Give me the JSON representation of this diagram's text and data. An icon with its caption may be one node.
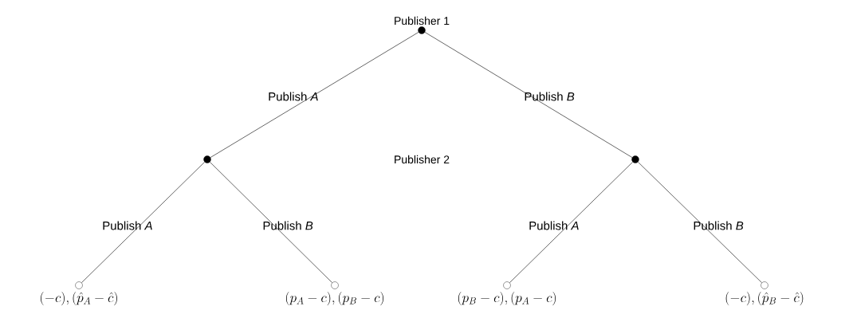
{
  "diagram": {
    "nodes": [
      {
        "text": [
          "Publisher 1"
        ]
      },
      {
        "text": [],
        "shape": "circle"
      },
      {
        "text": [],
        "shape": "circle"
      },
      {
        "text": [
          "(-c),(\\hat{p}_A-\\hat{c})"
        ]
      },
      {
        "text": [
          "(p_A-c),(p_B-c)"
        ]
      },
      {
        "text": [
          "(p_B-c),(p_A-c)"
        ]
      },
      {
        "text": [
          "(-c),(\\hat{p}_B-\\hat{c})"
        ]
      }
    ],
    "edges": [
      {
        "from": 0,
        "to": 1,
        "arrow": "none",
        "label": "Publish *A*"
      },
      {
        "from": 0,
        "to": 2,
        "arrow": "none",
        "label": "Publish *B*"
      },
      {
        "from": 1,
        "to": 3,
        "arrow": "none",
        "label": "Publish *A*"
      },
      {
        "from": 1,
        "to": 4,
        "arrow": "none",
        "label": "Publish *B*"
      },
      {
        "from": 2,
        "to": 5,
        "arrow": "none",
        "label": "Publish *A*"
      },
      {
        "from": 2,
        "to": 6,
        "arrow": "none",
        "label": "Publish *B*"
      }
    ],
    "labels": [
      "Publisher 2"
    ]
  }
}
